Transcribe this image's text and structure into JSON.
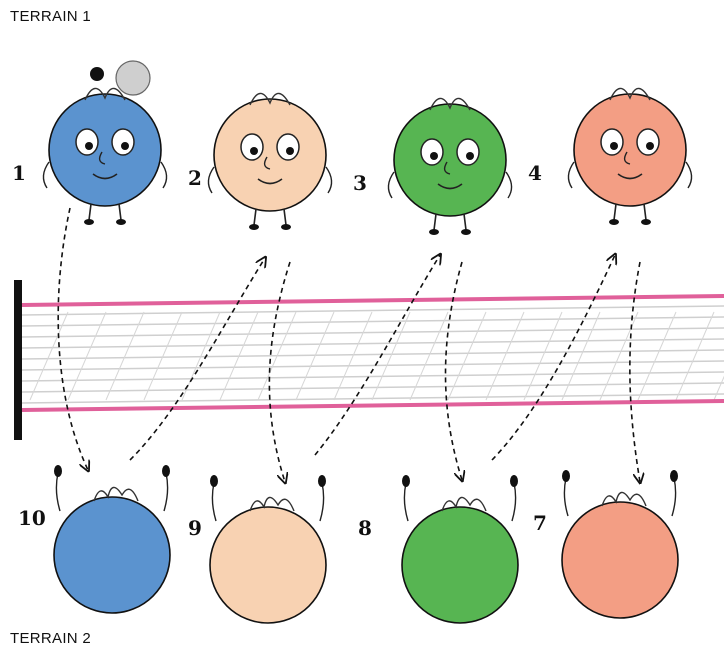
{
  "terrain_top": "TERRAIN 1",
  "terrain_bottom": "TERRAIN 2",
  "players_top": [
    {
      "number": "1",
      "color": "#5b93cf",
      "ball": true
    },
    {
      "number": "2",
      "color": "#f8d2b2"
    },
    {
      "number": "3",
      "color": "#57b552"
    },
    {
      "number": "4",
      "color": "#f39e84"
    }
  ],
  "players_bottom": [
    {
      "number": "10",
      "color": "#5b93cf"
    },
    {
      "number": "9",
      "color": "#f8d2b2"
    },
    {
      "number": "8",
      "color": "#57b552"
    },
    {
      "number": "7",
      "color": "#f39e84"
    }
  ],
  "colors": {
    "net_band": "#e0609a",
    "net_mesh": "#c8c8c8",
    "post": "#111111",
    "ball": "#cfcfcf"
  }
}
